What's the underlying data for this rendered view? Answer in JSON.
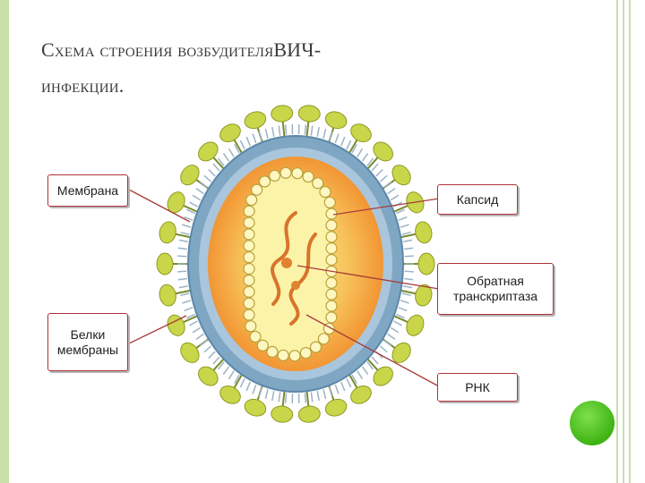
{
  "slide": {
    "title_part1": "Схема строения возбудителя",
    "title_accent": "ВИЧ-",
    "title_part2": "инфекции."
  },
  "labels": {
    "membrane": "Мембрана",
    "membrane_proteins": "Белки\nмембраны",
    "capsid": "Капсид",
    "reverse_transcriptase": "Обратная\nтранскриптаза",
    "rna": "РНК"
  },
  "colors": {
    "accent_green": "#c7dfa8",
    "callout_border": "#b0303a",
    "leader_line": "#a83a3a",
    "protein_yellow": "#c9d64a",
    "membrane_blue": "#7fa7c4",
    "core_orange": "#f4a340",
    "capsid_yellow": "#fbf3a8",
    "rna_orange": "#d8742c"
  }
}
